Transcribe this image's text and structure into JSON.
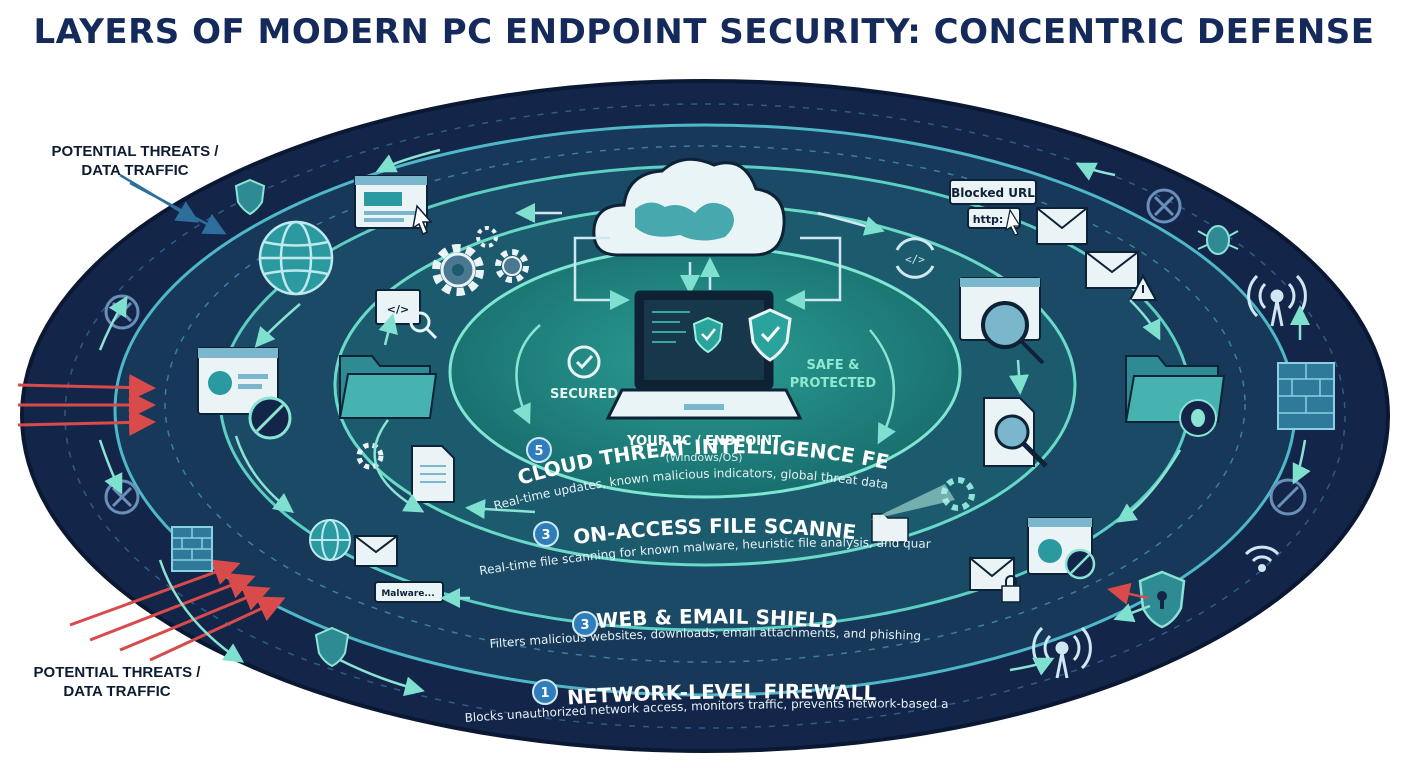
{
  "title": "LAYERS OF MODERN PC ENDPOINT SECURITY: CONCENTRIC DEFENSE",
  "threats": {
    "top_label_line1": "POTENTIAL THREATS /",
    "top_label_line2": "DATA TRAFFIC",
    "bottom_label_line1": "POTENTIAL THREATS /",
    "bottom_label_line2": "DATA TRAFFIC"
  },
  "center": {
    "status_left": "SECURED",
    "status_right_line1": "SAFE &",
    "status_right_line2": "PROTECTED",
    "pc_label": "YOUR PC / ENDPOINT",
    "pc_sub": "(Windows/OS)"
  },
  "layers": [
    {
      "number": "5",
      "title": "CLOUD THREAT INTELLIGENCE FEED",
      "desc": "Real-time updates, known malicious indicators, global threat data"
    },
    {
      "number": "3",
      "title": "ON-ACCESS FILE SCANNER",
      "desc": "Real-time file scanning for known malware, heuristic file analysis, and quarantine."
    },
    {
      "number": "3",
      "title": "WEB & EMAIL SHIELD",
      "desc": "Filters malicious websites, downloads, email attachments, and phishing links"
    },
    {
      "number": "1",
      "title": "NETWORK-LEVEL FIREWALL",
      "desc": "Blocks unauthorized network access, monitors traffic, prevents network-based attacks"
    }
  ],
  "callouts": {
    "blocked_url": "Blocked URL",
    "http": "http:",
    "malware": "Malware..."
  },
  "colors": {
    "outer": "#14284a",
    "ring4": "#173a5a",
    "ring3": "#1a4d66",
    "ring2": "#1b5f70",
    "ring1": "#1d7178",
    "core": "#218a86",
    "accent": "#5fd6c4",
    "threat_red": "#d94b4b",
    "title": "#142a5a"
  }
}
